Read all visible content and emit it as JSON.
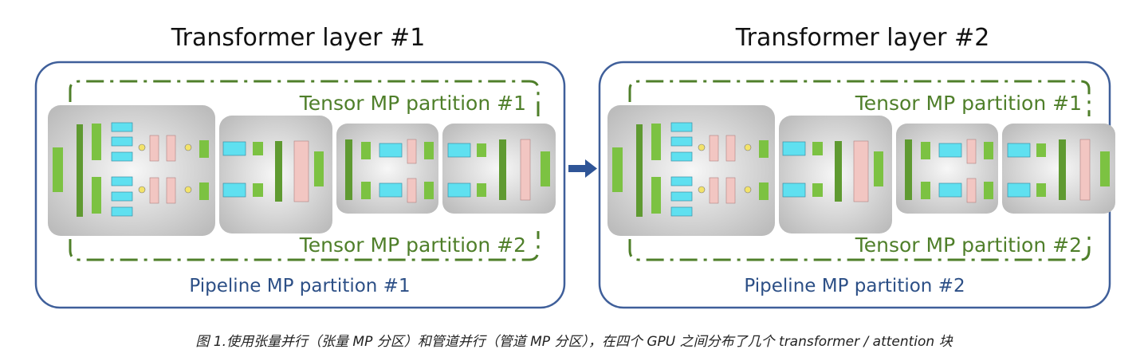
{
  "layers": [
    {
      "title": "Transformer layer #1",
      "tensor_partition_1": "Tensor MP partition #1",
      "tensor_partition_2": "Tensor MP partition #2",
      "pipeline_partition": "Pipeline MP partition #1"
    },
    {
      "title": "Transformer layer #2",
      "tensor_partition_1": "Tensor MP partition #1",
      "tensor_partition_2": "Tensor MP partition #2",
      "pipeline_partition": "Pipeline MP partition #2"
    }
  ],
  "caption": "图 1.使用张量并行（张量 MP 分区）和管道并行（管道 MP 分区），在四个 GPU 之间分布了几个 transformer / attention 块",
  "colors": {
    "pipeline_border": "#3f5f9a",
    "tensor_dash": "#4f7f2a",
    "green_block": "#7cc242",
    "cyan_block": "#5fe0f0",
    "pink_block": "#f2c6c2",
    "arrow": "#2f5597"
  }
}
